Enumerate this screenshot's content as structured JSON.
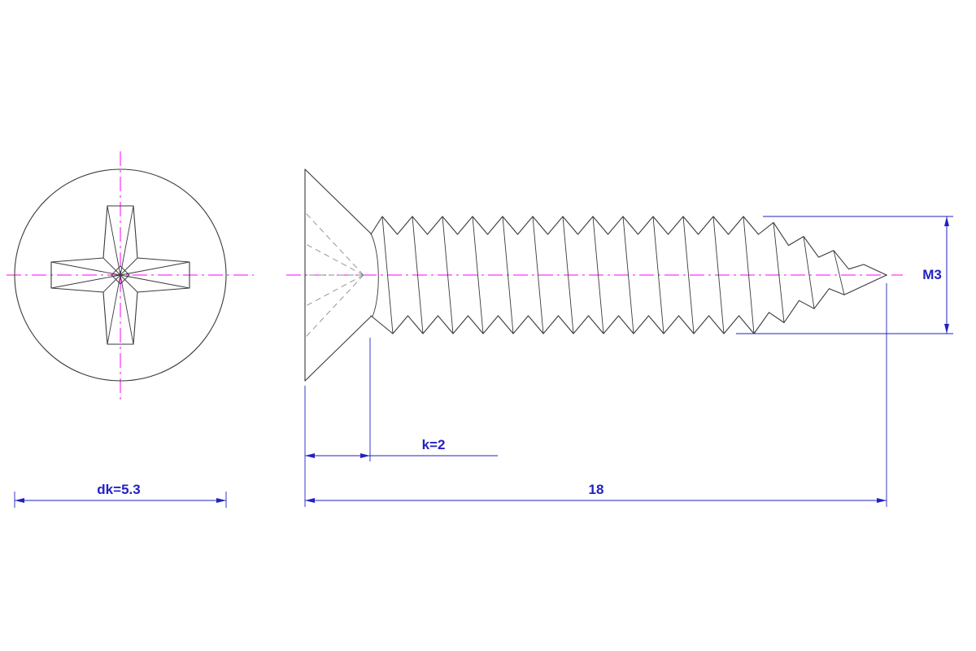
{
  "dimensions": {
    "head_diameter_label": "dk=5.3",
    "head_height_label": "k=2",
    "length_label": "18",
    "thread_size_label": "M3"
  },
  "colors": {
    "dimension_blue": "#2222c2",
    "centerline_magenta": "#ff00ff",
    "outline_gray": "#3a3a3a",
    "hidden_line_gray": "#8a8a8a",
    "background": "#ffffff"
  }
}
